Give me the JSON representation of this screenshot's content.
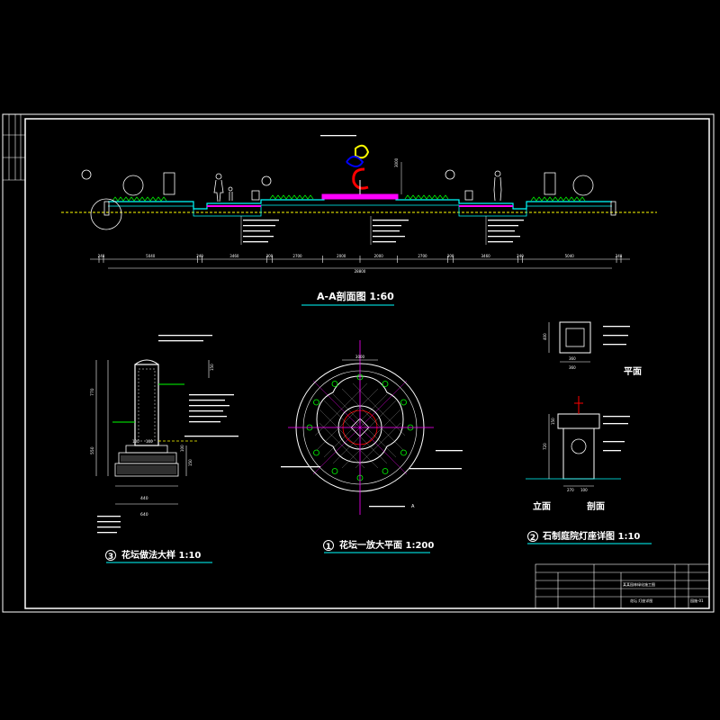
{
  "colors": {
    "background": "#000000",
    "frame": "#ffffff",
    "section_line": "#00ffff",
    "dim_line": "#ffffff",
    "ground": "#ffff00",
    "grass": "#00ff00",
    "paving": "#ff00ff",
    "title_underline": "#00ffff",
    "circle_red": "#ff0000",
    "circle_green": "#00ff00"
  },
  "section": {
    "title": "A-A剖面图  1:60",
    "dims": [
      "240",
      "5040",
      "240",
      "3460",
      "300",
      "2700",
      "2000",
      "2000",
      "2700",
      "300",
      "3460",
      "240",
      "5040",
      "240"
    ],
    "total_dim": "28800",
    "center_height": "3000"
  },
  "detail3": {
    "number": "3",
    "title": "花坛做法大样  1:10",
    "dims": {
      "height_top": "770",
      "height_bottom": "550",
      "width_top": "440",
      "width_bottom": "640",
      "step1": "100",
      "step2": "150",
      "step3": "150",
      "inner_a": "100",
      "inner_b": "100"
    }
  },
  "detail1": {
    "number": "1",
    "title": "花坛一放大平面  1:200",
    "dims": {
      "top": "3000",
      "label_a": "A"
    }
  },
  "detail2": {
    "number": "2",
    "title": "石制庭院灯座详图  1:10",
    "plan_label": "平面",
    "elev_label": "立面",
    "sect_label": "剖面",
    "dims": {
      "plan_w1": "360",
      "plan_w2": "360",
      "plan_h": "400",
      "elev_w1": "270",
      "elev_w2": "100",
      "elev_h1": "720",
      "elev_h2": "150"
    }
  },
  "titleblock": {
    "project": "某某园林绿化施工图",
    "sheet_title": "花坛 灯座详图",
    "drawing_no": "园施-01"
  }
}
